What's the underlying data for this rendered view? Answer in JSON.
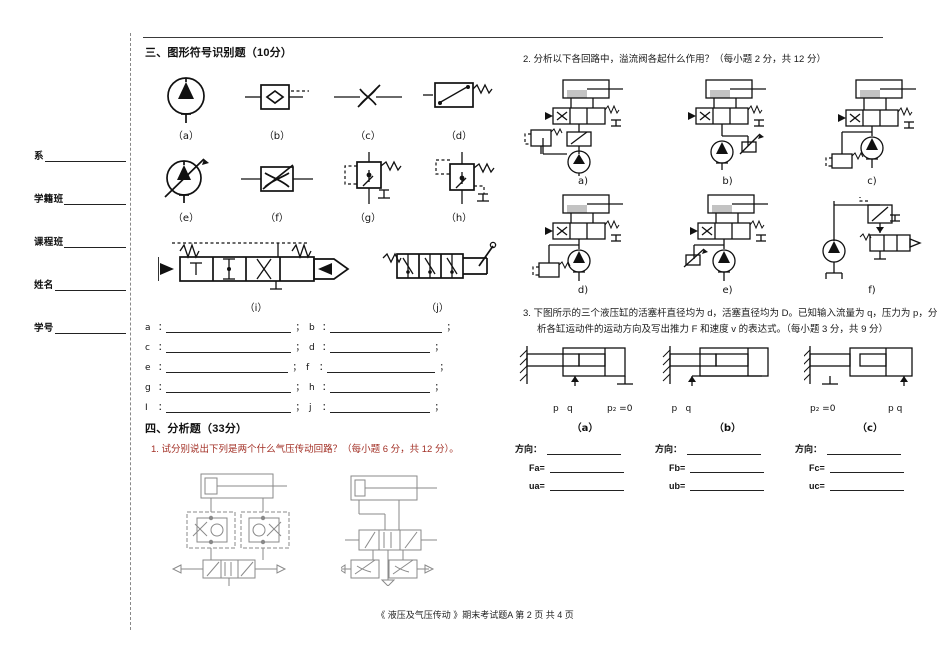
{
  "document": {
    "footer": "《 液压及气压传动 》期末考试题A   第 2 页  共 4 页"
  },
  "sidebar": {
    "fields": [
      {
        "label": "系"
      },
      {
        "label": "学籍班"
      },
      {
        "label": "课程班"
      },
      {
        "label": "姓名"
      },
      {
        "label": "学号"
      }
    ]
  },
  "section_three": {
    "heading": "三、图形符号识别题（10分）",
    "symbols": [
      {
        "label": "（a）",
        "name": "hydraulic-pump-fixed-displacement"
      },
      {
        "label": "（b）",
        "name": "check-valve-in-box"
      },
      {
        "label": "（c）",
        "name": "adjustable-throttle-valve"
      },
      {
        "label": "（d）",
        "name": "two-position-valve-with-spring"
      },
      {
        "label": "（e）",
        "name": "variable-displacement-pump"
      },
      {
        "label": "（f）",
        "name": "throttle-valve-boxed"
      },
      {
        "label": "（g）",
        "name": "pressure-relief-valve-pilot"
      },
      {
        "label": "（h）",
        "name": "sequence-valve-pilot"
      },
      {
        "label": "（i）",
        "name": "four-position-directional-valve"
      },
      {
        "label": "（j）",
        "name": "manual-lever-directional-valve"
      }
    ],
    "answer_rows": [
      {
        "left_key": "a",
        "right_key": "b"
      },
      {
        "left_key": "c",
        "right_key": "d"
      },
      {
        "left_key": "e",
        "right_key": "f"
      },
      {
        "left_key": "g",
        "right_key": "h"
      },
      {
        "left_key": "I",
        "right_key": "j"
      }
    ],
    "separator": "；",
    "colon": "："
  },
  "section_four": {
    "heading": "四、分析题（33分）",
    "q1": {
      "text": "1. 试分别说出下列是两个什么气压传动回路？（每小题 6 分，共 12 分）。",
      "color": "#a33127",
      "circuits": [
        {
          "name": "pneumatic-speed-control-circuit-left"
        },
        {
          "name": "pneumatic-exhaust-throttle-circuit-right"
        }
      ]
    },
    "q2": {
      "text": "2. 分析以下各回路中，溢流阀各起什么作用？（每小题 2 分，共 12 分）",
      "circuits": [
        {
          "label": "a)"
        },
        {
          "label": "b)"
        },
        {
          "label": "c)"
        },
        {
          "label": "d)"
        },
        {
          "label": "e)"
        },
        {
          "label": "f)"
        }
      ]
    },
    "q3": {
      "text": "3. 下图所示的三个液压缸的活塞杆直径均为 d，活塞直径均为 D。已知输入流量为 q，压力为 p，分析各缸运动件的运动方向及写出推力 F 和速度 v 的表达式。（每小题 3 分，共 9 分）",
      "diagrams": [
        {
          "caption": "（a）",
          "port_left": "p",
          "port_left_q": "q",
          "port_right": "p₂ =0"
        },
        {
          "caption": "（b）",
          "port_left": "p",
          "port_left_q": "q",
          "port_right": ""
        },
        {
          "caption": "（c）",
          "port_left": "p₂ =0",
          "port_left_q": "",
          "port_right": "p   q"
        }
      ],
      "answers": [
        {
          "direction_label": "方向：",
          "force_label": "Fa=",
          "velocity_label": "ua="
        },
        {
          "direction_label": "方向：",
          "force_label": "Fb=",
          "velocity_label": "ub="
        },
        {
          "direction_label": "方向：",
          "force_label": "Fc=",
          "velocity_label": "uc="
        }
      ]
    }
  }
}
